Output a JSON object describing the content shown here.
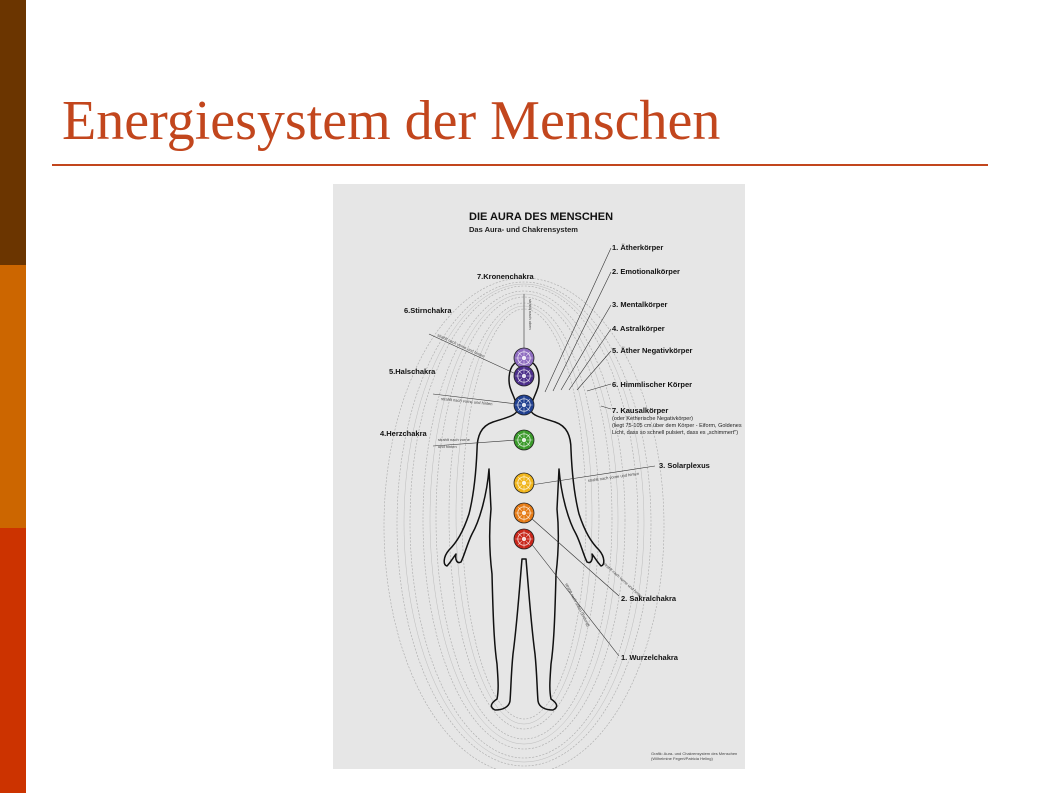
{
  "slide": {
    "title": "Energiesystem der Menschen"
  },
  "poster": {
    "title": "DIE AURA DES MENSCHEN",
    "subtitle": "Das Aura- und Chakrensystem",
    "bodies": [
      {
        "label": "1. Ätherkörper"
      },
      {
        "label": "2. Emotionalkörper"
      },
      {
        "label": "3. Mentalkörper"
      },
      {
        "label": "4. Astralkörper"
      },
      {
        "label": "5. Äther Negativkörper"
      },
      {
        "label": "6. Himmlischer Körper"
      },
      {
        "label": "7. Kausalkörper"
      }
    ],
    "kausal_notes": [
      "(oder Ketherische Negativkörper)",
      "(liegt 75-105 cm über dem Körper - Eiform, Goldenes",
      "Licht, dass so schnell pulsiert, dass es „schimmert\")"
    ],
    "chakras": [
      {
        "label": "7.Kronenchakra",
        "color": "#8e6cc0"
      },
      {
        "label": "6.Stirnchakra",
        "color": "#4b2e8a"
      },
      {
        "label": "5.Halschakra",
        "color": "#1f3f8f"
      },
      {
        "label": "4.Herzchakra",
        "color": "#3a9a2a"
      },
      {
        "label": "3. Solarplexus",
        "color": "#f0b419"
      },
      {
        "label": "2. Sakralchakra",
        "color": "#e57a14"
      },
      {
        "label": "1. Wurzelchakra",
        "color": "#c8261a"
      }
    ],
    "rays": {
      "up": "strahlt nach oben",
      "front_back_1": "strahlt nach vorne und hinten",
      "front_back_2": "strahlt nach vorne und hinten",
      "heart_1": "strahlt nach vorne",
      "heart_2": "und hinten",
      "solar": "strahlt nach vorne und hinten",
      "sakral": "strahlt nach vorne und hinten",
      "down": "strahlt nach unten (Erdung)"
    },
    "credit_1": "Grafik: Aura- und Chakrensystem des Menschen",
    "credit_2": "(Wilhelmine Fegert/Patricia Heling)"
  }
}
